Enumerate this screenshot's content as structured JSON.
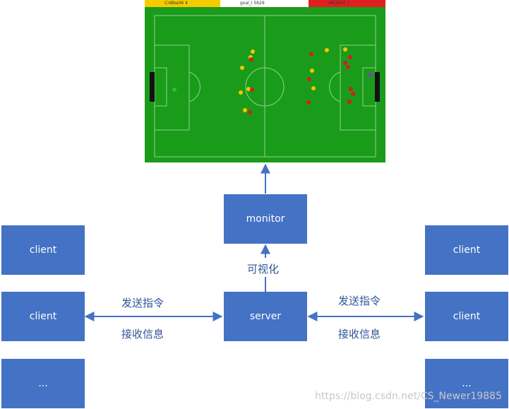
{
  "soccer": {
    "team_left": "CnBba06  4",
    "center_text": "goal_l  5629",
    "team_right": "WE2007  1"
  },
  "nodes": {
    "monitor": "monitor",
    "server": "server",
    "left_clients": [
      "client",
      "client",
      "..."
    ],
    "right_clients": [
      "client",
      "client",
      "..."
    ]
  },
  "edges": {
    "visualize": "可视化",
    "send_left": "发送指令",
    "recv_left": "接收信息",
    "send_right": "发送指令",
    "recv_right": "接收信息"
  },
  "watermark": "https://blog.csdn.net/CS_Newer19885",
  "colors": {
    "box": "#4472c4",
    "arrow": "#4472c4",
    "pitch": "#1a9c1a",
    "yellow_team": "#f2c500",
    "red_team": "#e02020"
  }
}
